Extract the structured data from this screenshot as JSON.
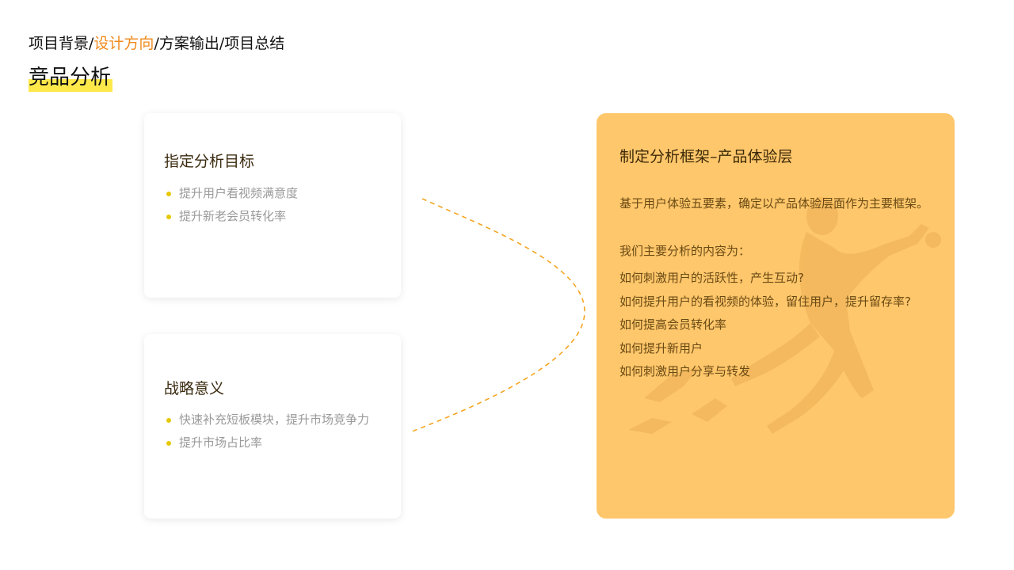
{
  "breadcrumb": {
    "items": [
      "项目背景",
      "设计方向",
      "方案输出",
      "项目总结"
    ],
    "separator": "/",
    "active_index": 1
  },
  "page_title": "竞品分析",
  "cards": {
    "goal": {
      "title": "指定分析目标",
      "items": [
        "提升用户看视频满意度",
        "提升新老会员转化率"
      ]
    },
    "strategy": {
      "title": "战略意义",
      "items": [
        "快速补充短板模块，提升市场竞争力",
        "提升市场占比率"
      ]
    }
  },
  "panel": {
    "title": "制定分析框架–产品体验层",
    "intro": "基于用户体验五要素，确定以产品体验层面作为主要框架。",
    "subhead": "我们主要分析的内容为：",
    "items": [
      "如何刺激用户的活跃性，产生互动?",
      "如何提升用户的看视频的体验，留住用户，提升留存率?",
      "如何提高会员转化率",
      "如何提升新用户",
      "如何刺激用户分享与转发"
    ]
  },
  "colors": {
    "accent": "#f08a1c",
    "title_highlight": "#ffe94a",
    "bullet": "#e6c800",
    "panel_bg": "#ffc76b",
    "connector": "#f5a623"
  },
  "icons": {
    "bullet": "dot",
    "watermark": "athlete-silhouette"
  }
}
